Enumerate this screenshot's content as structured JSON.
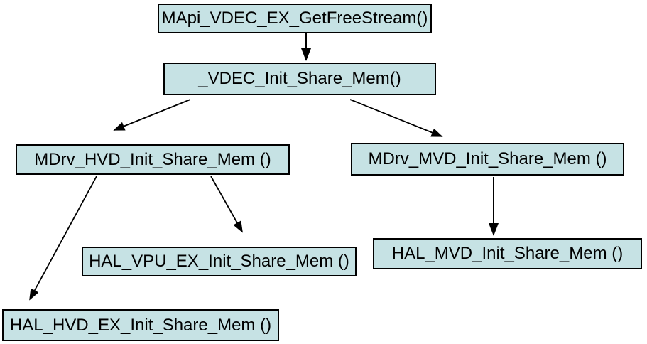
{
  "diagram": {
    "type": "call-flow-diagram",
    "colors": {
      "background": "#ffffff",
      "node_fill": "#c6e2e4",
      "node_border": "#000000",
      "arrow": "#000000",
      "text": "#000000"
    },
    "nodes": [
      {
        "id": "mapi-vdec-ex-getfreestream",
        "label": "MApi_VDEC_EX_GetFreeStream()"
      },
      {
        "id": "vdec-init-share-mem",
        "label": "_VDEC_Init_Share_Mem()"
      },
      {
        "id": "mdrv-hvd-init-share-mem",
        "label": "MDrv_HVD_Init_Share_Mem ()"
      },
      {
        "id": "mdrv-mvd-init-share-mem",
        "label": "MDrv_MVD_Init_Share_Mem ()"
      },
      {
        "id": "hal-vpu-ex-init-share-mem",
        "label": "HAL_VPU_EX_Init_Share_Mem ()"
      },
      {
        "id": "hal-mvd-init-share-mem",
        "label": "HAL_MVD_Init_Share_Mem ()"
      },
      {
        "id": "hal-hvd-ex-init-share-mem",
        "label": "HAL_HVD_EX_Init_Share_Mem ()"
      }
    ],
    "edges": [
      {
        "from": "mapi-vdec-ex-getfreestream",
        "to": "vdec-init-share-mem"
      },
      {
        "from": "vdec-init-share-mem",
        "to": "mdrv-hvd-init-share-mem"
      },
      {
        "from": "vdec-init-share-mem",
        "to": "mdrv-mvd-init-share-mem"
      },
      {
        "from": "mdrv-hvd-init-share-mem",
        "to": "hal-hvd-ex-init-share-mem"
      },
      {
        "from": "mdrv-hvd-init-share-mem",
        "to": "hal-vpu-ex-init-share-mem"
      },
      {
        "from": "mdrv-mvd-init-share-mem",
        "to": "hal-mvd-init-share-mem"
      }
    ]
  }
}
